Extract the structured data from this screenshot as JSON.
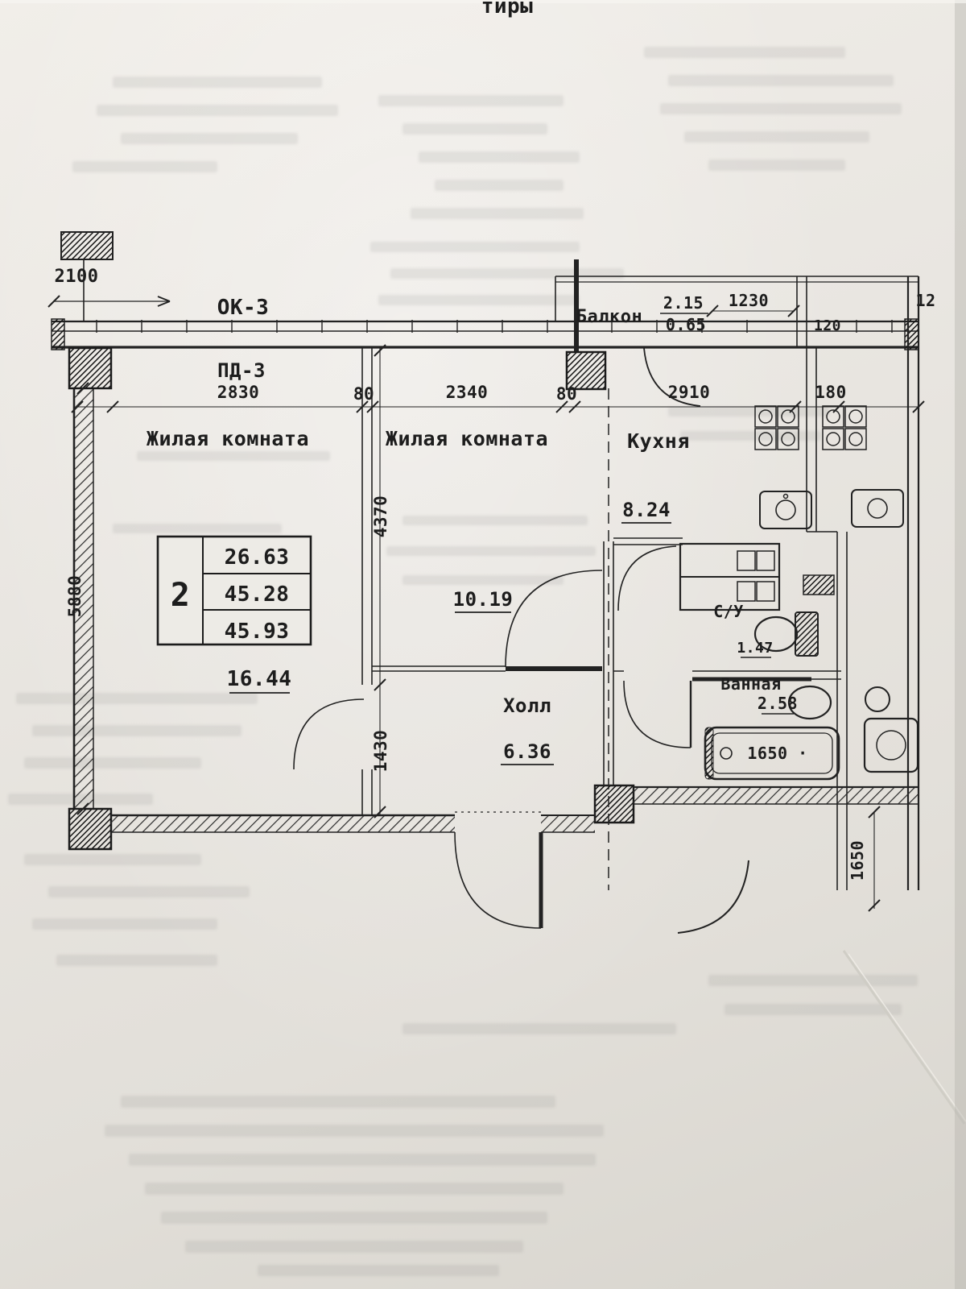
{
  "page": {
    "header_fragment": "тиры"
  },
  "labels": {
    "ok3": "ОК-3",
    "pd3": "ПД-3",
    "balcony": "Балкон",
    "living1": "Жилая комната",
    "living2": "Жилая комната",
    "kitchen": "Кухня",
    "hall": "Холл",
    "wc": "С/У",
    "bath": "Ванная"
  },
  "areas": {
    "living1": "16.44",
    "living2": "10.19",
    "kitchen": "8.24",
    "hall": "6.36",
    "bath": "2.58",
    "wc": "1.47",
    "balcony_top": "2.15",
    "balcony_bottom": "0.65"
  },
  "summary_table": {
    "rooms_count": "2",
    "row1": "26.63",
    "row2": "45.28",
    "row3": "45.93"
  },
  "dimensions": {
    "d2100": "2100",
    "d2830": "2830",
    "d80a": "80",
    "d2340": "2340",
    "d80b": "80",
    "d2910": "2910",
    "d180": "180",
    "d1230": "1230",
    "d120": "120",
    "d12": "12",
    "d4370": "4370",
    "d5880": "5880",
    "d1430": "1430",
    "d1650_right": "1650",
    "tub_length": "1650 ·"
  }
}
